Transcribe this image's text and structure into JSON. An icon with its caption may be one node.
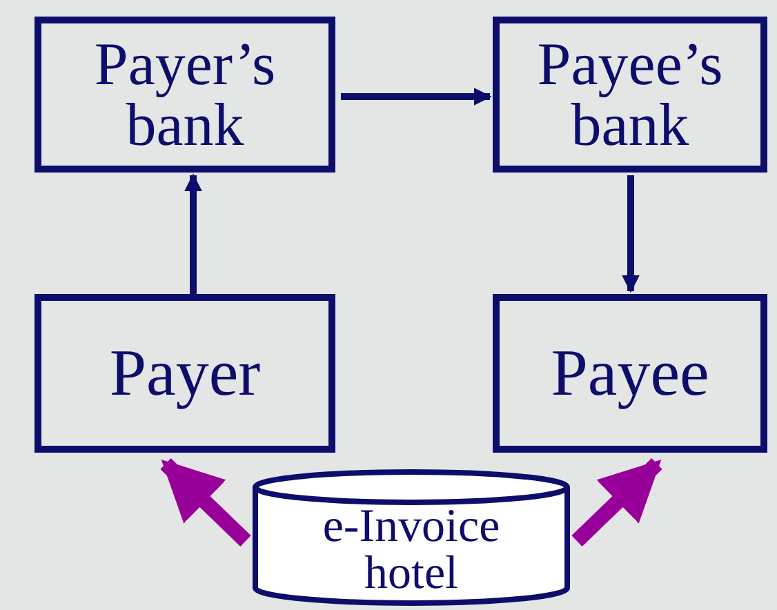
{
  "diagram": {
    "nodes": [
      {
        "text": [
          "Payer’s bank"
        ]
      },
      {
        "text": [
          "Payee’s bank"
        ]
      },
      {
        "text": [
          "Payer"
        ]
      },
      {
        "text": [
          "Payee"
        ]
      },
      {
        "text": [
          "e-Invoice hotel"
        ]
      }
    ],
    "edges": [
      {
        "from": 2,
        "to": 0,
        "arrow": "to"
      },
      {
        "from": 0,
        "to": 1,
        "arrow": "to"
      },
      {
        "from": 1,
        "to": 3,
        "arrow": "to"
      },
      {
        "from": 4,
        "to": 2,
        "arrow": "to",
        "style": "thick",
        "color": "#990099"
      },
      {
        "from": 4,
        "to": 3,
        "arrow": "to",
        "style": "thick",
        "color": "#990099"
      }
    ]
  }
}
